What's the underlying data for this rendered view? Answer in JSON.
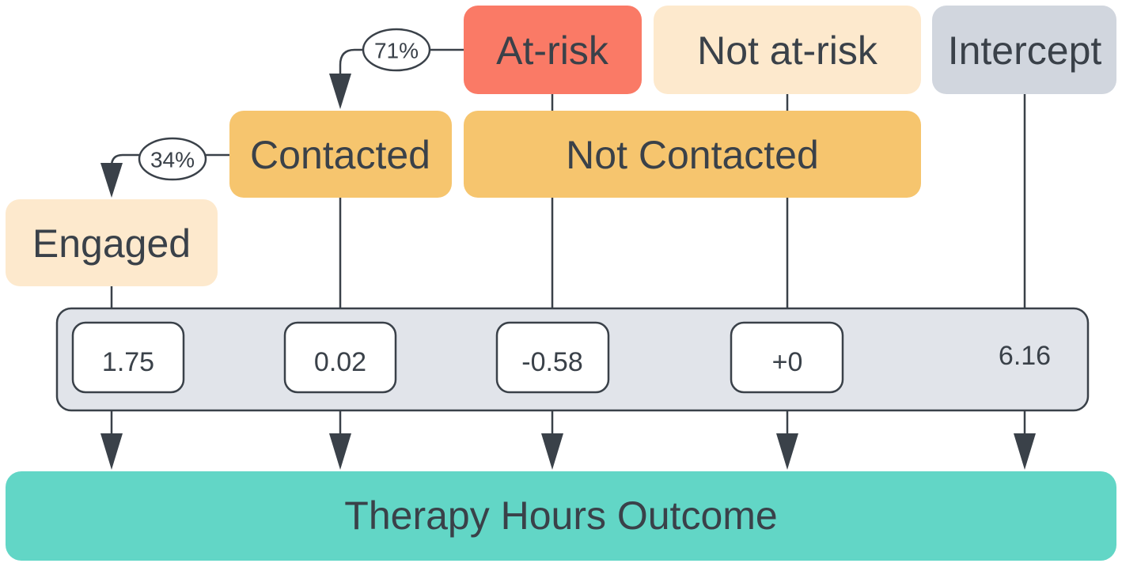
{
  "nodes": {
    "at_risk": {
      "label": "At-risk",
      "color": "#fa7a66"
    },
    "not_at_risk": {
      "label": "Not at-risk",
      "color": "#fde9cd"
    },
    "intercept": {
      "label": "Intercept",
      "color": "#d1d6de"
    },
    "contacted": {
      "label": "Contacted",
      "color": "#f6c56e"
    },
    "not_contacted": {
      "label": "Not Contacted",
      "color": "#f6c56e"
    },
    "engaged": {
      "label": "Engaged",
      "color": "#fde9cd"
    },
    "outcome": {
      "label": "Therapy Hours Outcome",
      "color": "#62d6c6"
    }
  },
  "edges": {
    "at_risk_to_contacted": "71%",
    "contacted_to_engaged": "34%"
  },
  "coefficients": {
    "panel_color": "#e1e4ea",
    "engaged": "1.75",
    "contacted": "0.02",
    "at_risk": "-0.58",
    "not_at_risk": "+0",
    "intercept": "6.16"
  },
  "line_color": "#3a4149"
}
